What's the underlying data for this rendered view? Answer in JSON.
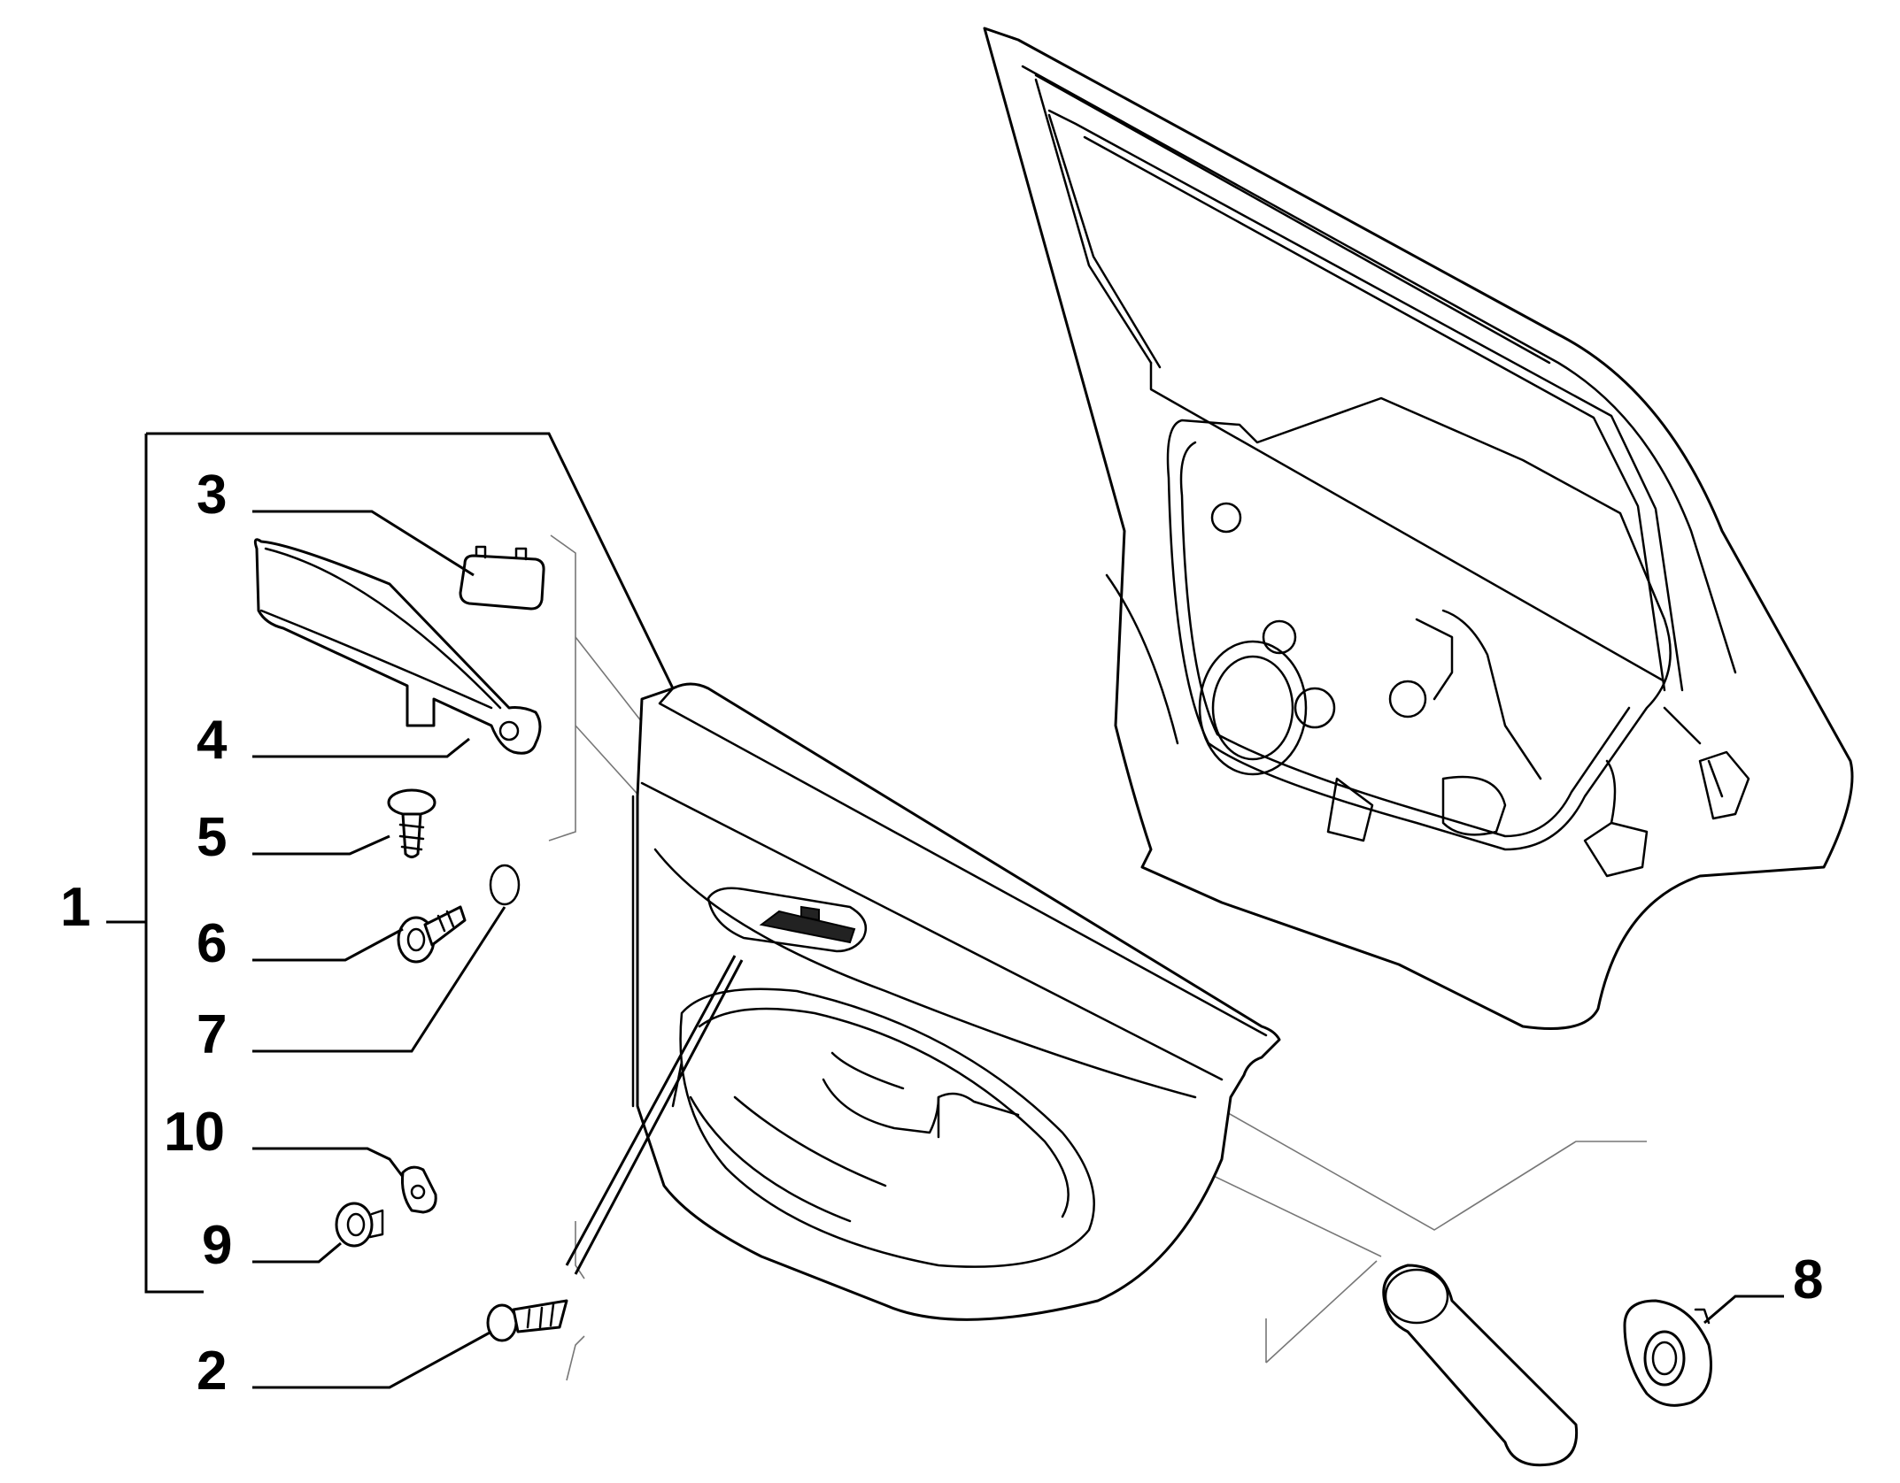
{
  "diagram": {
    "callouts": [
      {
        "id": "1",
        "label": "1"
      },
      {
        "id": "2",
        "label": "2"
      },
      {
        "id": "3",
        "label": "3"
      },
      {
        "id": "4",
        "label": "4"
      },
      {
        "id": "5",
        "label": "5"
      },
      {
        "id": "6",
        "label": "6"
      },
      {
        "id": "7",
        "label": "7"
      },
      {
        "id": "8",
        "label": "8"
      },
      {
        "id": "9",
        "label": "9"
      },
      {
        "id": "10",
        "label": "10"
      }
    ],
    "colors": {
      "ink": "#000000",
      "guide": "#777777",
      "background": "#ffffff"
    }
  }
}
